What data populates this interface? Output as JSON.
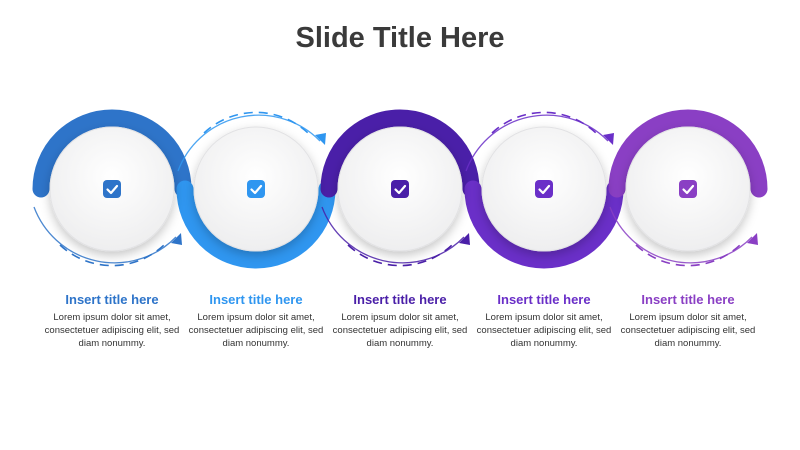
{
  "slide": {
    "title": "Slide Title Here"
  },
  "steps": [
    {
      "title": "Insert title here",
      "text": "Lorem ipsum dolor sit amet, consectetuer adipiscing elit, sed diam nonummy.",
      "color": "#2e74c9",
      "icon": "check-icon"
    },
    {
      "title": "Insert title here",
      "text": "Lorem ipsum dolor sit amet, consectetuer adipiscing elit, sed diam nonummy.",
      "color": "#2f96f0",
      "icon": "check-icon"
    },
    {
      "title": "Insert title here",
      "text": "Lorem ipsum dolor sit amet, consectetuer adipiscing elit, sed diam nonummy.",
      "color": "#4a1fa8",
      "icon": "check-icon"
    },
    {
      "title": "Insert title here",
      "text": "Lorem ipsum dolor sit amet, consectetuer adipiscing elit, sed diam nonummy.",
      "color": "#6a2fc8",
      "icon": "check-icon"
    },
    {
      "title": "Insert title here",
      "text": "Lorem ipsum dolor sit amet, consectetuer adipiscing elit, sed diam nonummy.",
      "color": "#8a3fc4",
      "icon": "check-icon"
    }
  ]
}
